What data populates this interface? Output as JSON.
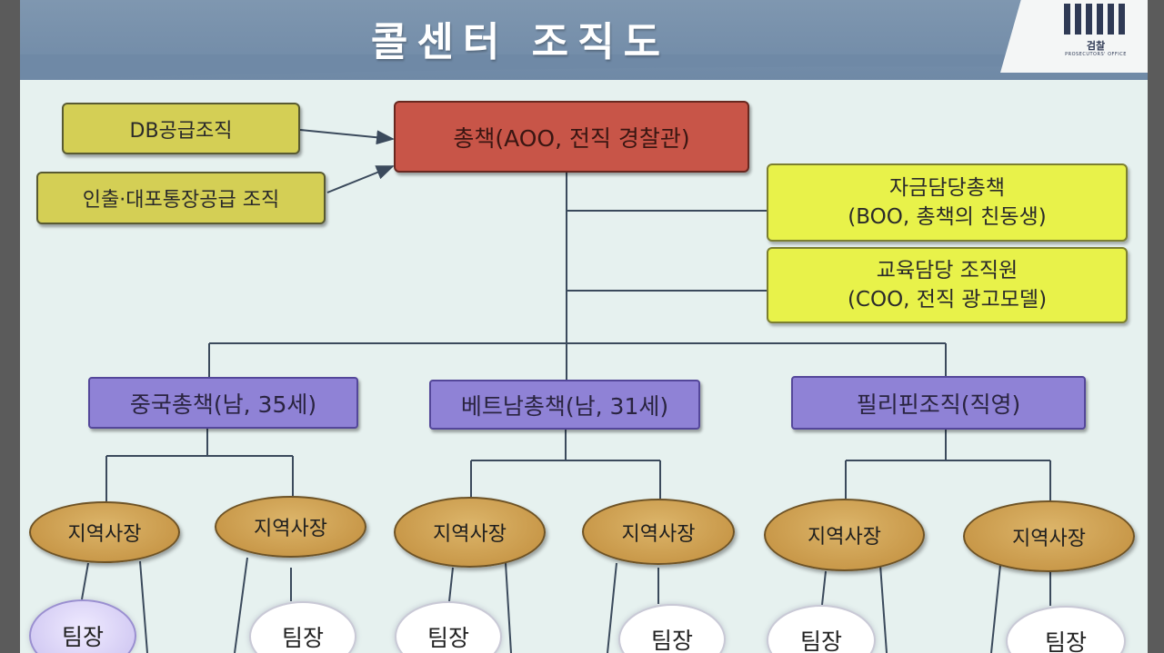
{
  "title": "콜센터 조직도",
  "logo": {
    "text": "검찰",
    "subtext": "PROSECUTORS' OFFICE"
  },
  "top_left_sources": [
    {
      "label": "DB공급조직"
    },
    {
      "label": "인출·대포통장공급 조직"
    }
  ],
  "chief": {
    "label": "총책(AOO, 전직 경찰관)"
  },
  "right_members": [
    {
      "line1": "자금담당총책",
      "line2": "(BOO, 총책의 친동생)"
    },
    {
      "line1": "교육담당 조직원",
      "line2": "(COO, 전직 광고모델)"
    }
  ],
  "branches": [
    {
      "label": "중국총책(남, 35세)"
    },
    {
      "label": "베트남총책(남, 31세)"
    },
    {
      "label": "필리핀조직(직영)"
    }
  ],
  "regional_heads": [
    {
      "label": "지역사장"
    },
    {
      "label": "지역사장"
    },
    {
      "label": "지역사장"
    },
    {
      "label": "지역사장"
    },
    {
      "label": "지역사장"
    },
    {
      "label": "지역사장"
    }
  ],
  "team_leaders": [
    {
      "label": "팀장"
    },
    {
      "label": "팀장"
    },
    {
      "label": "팀장"
    },
    {
      "label": "팀장"
    },
    {
      "label": "팀장"
    },
    {
      "label": "팀장"
    }
  ],
  "colors": {
    "header": "#728ca8",
    "background": "#e6f1ef",
    "chief": "#c85548",
    "source": "#d4cf55",
    "member": "#e8f24a",
    "branch": "#8f82d6",
    "regional_head": "#c9994a"
  }
}
